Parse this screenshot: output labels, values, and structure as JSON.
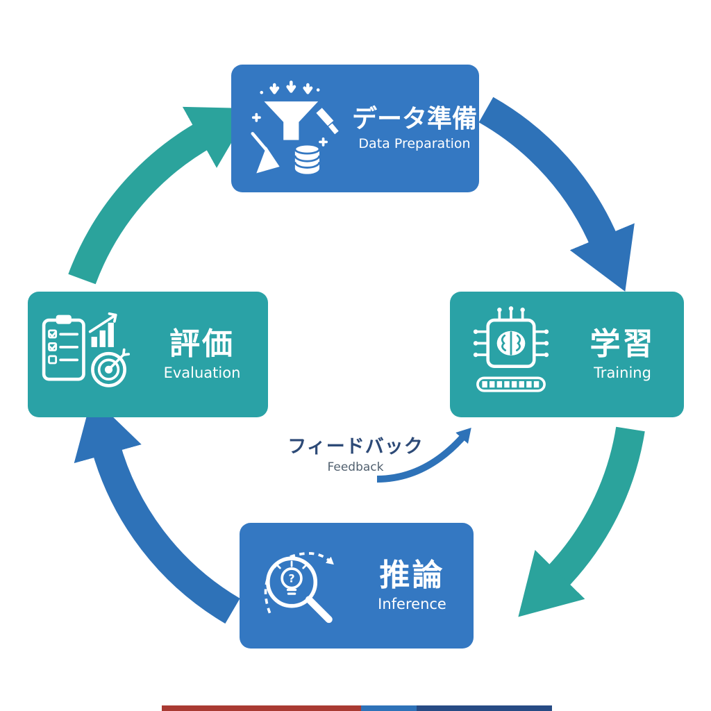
{
  "diagram": {
    "stages": [
      {
        "id": "data-preparation",
        "jp": "データ準備",
        "en": "Data Preparation"
      },
      {
        "id": "training",
        "jp": "学習",
        "en": "Training"
      },
      {
        "id": "inference",
        "jp": "推論",
        "en": "Inference"
      },
      {
        "id": "evaluation",
        "jp": "評価",
        "en": "Evaluation"
      }
    ],
    "center": {
      "jp": "フィードバック",
      "en": "Feedback"
    },
    "flow": [
      "data-preparation",
      "training",
      "inference",
      "evaluation"
    ],
    "colors": {
      "stage_blue": "#3478c2",
      "stage_teal": "#2aa2a6",
      "arrow_blue": "#2e72b8",
      "arrow_teal": "#2ba39c",
      "center_text": "#2d4a77",
      "center_subtext": "#51606f",
      "strip_1": "#a93a32",
      "strip_2": "#2e72b8",
      "strip_3": "#274b84"
    },
    "icons": {
      "data_preparation": "funnel-broom-database-icon",
      "training": "brain-chip-progress-icon",
      "inference": "magnifier-lightbulb-icon",
      "evaluation": "checklist-chart-target-icon",
      "inference_glyph": "?"
    }
  }
}
